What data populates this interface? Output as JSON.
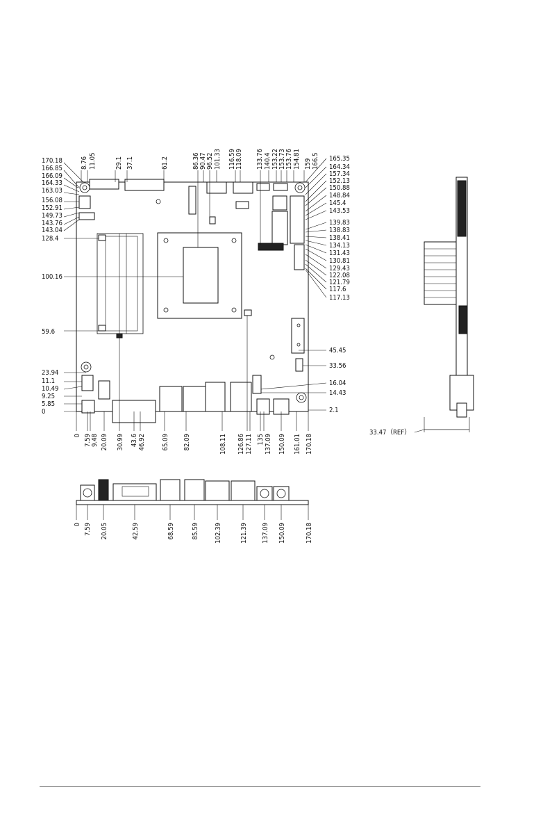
{
  "top_view": {
    "left_dims": [
      "170.18",
      "166.85",
      "166.09",
      "164.33",
      "163.03",
      "156.08",
      "152.91",
      "149.73",
      "143.76",
      "143.04",
      "128.4",
      "100.16",
      "59.6",
      "23.94",
      "11.1",
      "10.49",
      "9.25",
      "5.85",
      "0"
    ],
    "top_dims": [
      "8.76",
      "11.05",
      "29.1",
      "37.1",
      "61.2",
      "86.36",
      "90.47",
      "96.52",
      "101.33",
      "116.59",
      "118.09",
      "133.76",
      "140.4",
      "153.22",
      "153.73",
      "153.76",
      "154.81",
      "159",
      "166.5"
    ],
    "right_dims": [
      "165.35",
      "164.34",
      "157.34",
      "152.13",
      "150.88",
      "148.84",
      "145.4",
      "143.53",
      "139.83",
      "138.83",
      "138.41",
      "134.13",
      "131.43",
      "130.81",
      "129.43",
      "122.08",
      "121.79",
      "117.6",
      "117.13",
      "45.45",
      "33.56",
      "16.04",
      "14.43",
      "2.1"
    ],
    "bottom_dims": [
      "0",
      "7.59",
      "9.48",
      "20.09",
      "30.99",
      "43.6",
      "46.92",
      "65.09",
      "82.09",
      "108.11",
      "126.86",
      "127.11",
      "135",
      "137.09",
      "150.09",
      "161.01",
      "170.18"
    ]
  },
  "side_view": {
    "ref_label": "33.47（REF）"
  },
  "io_view": {
    "bottom_dims": [
      "0",
      "7.59",
      "20.05",
      "42.59",
      "68.59",
      "85.59",
      "102.39",
      "121.39",
      "137.09",
      "150.09",
      "170.18"
    ]
  }
}
